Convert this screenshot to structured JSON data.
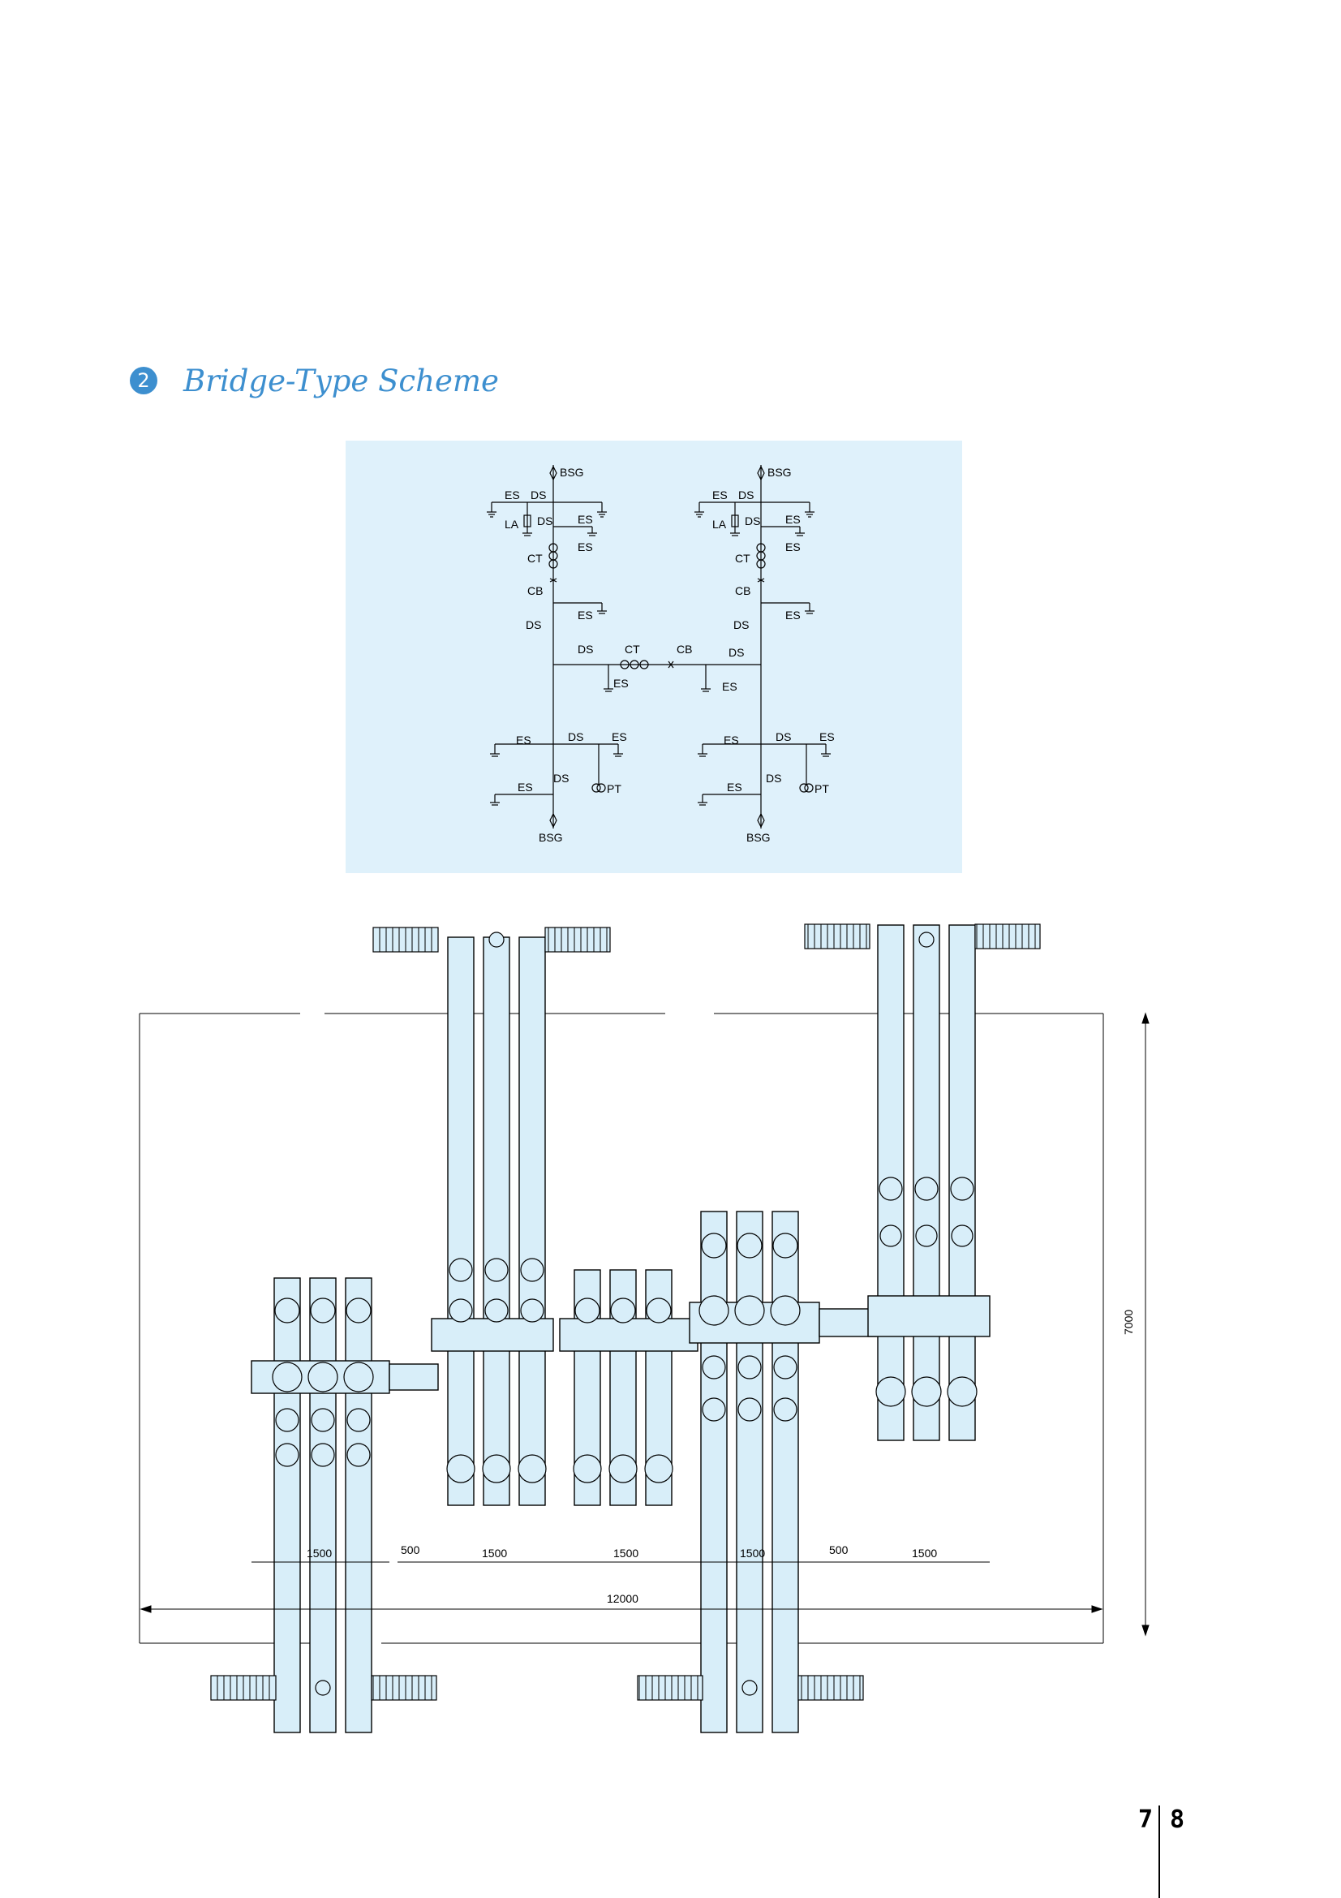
{
  "section": {
    "number": "2",
    "title": "Bridge-Type Scheme"
  },
  "schematic": {
    "labels": {
      "bsg": "BSG",
      "es": "ES",
      "ds": "DS",
      "la": "LA",
      "ct": "CT",
      "cb": "CB",
      "pt": "PT"
    }
  },
  "layout": {
    "dimensions": {
      "bay1": "1500",
      "gap1": "500",
      "bay2": "1500",
      "bay3": "1500",
      "bay4": "1500",
      "gap2": "500",
      "bay5": "1500",
      "total_width": "12000",
      "total_height": "7000"
    }
  },
  "page_numbers": {
    "left": "7",
    "right": "8"
  },
  "colors": {
    "accent": "#3d8fcf",
    "panel_bg": "#dff1fb",
    "equipment_fill": "#d8eef9"
  }
}
